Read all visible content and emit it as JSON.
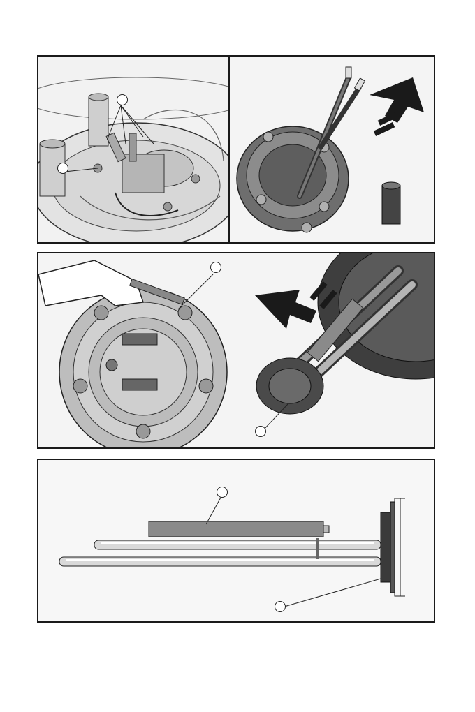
{
  "figures": [
    {
      "id": "fig-1",
      "subpanels": [
        "fig-1-left",
        "fig-1-right"
      ]
    },
    {
      "id": "fig-2",
      "subpanels": [
        "fig-2-left",
        "fig-2-right"
      ]
    },
    {
      "id": "fig-3",
      "subpanels": [
        "fig-3-main"
      ]
    }
  ],
  "icons": {
    "arrow_up": "extraction-arrow-up-icon",
    "arrow_left": "extraction-arrow-left-icon"
  },
  "colors": {
    "frame": "#1a1a1a",
    "steel_light": "#d9d9d9",
    "steel_dark": "#555555",
    "anode": "#8a8a8a"
  }
}
